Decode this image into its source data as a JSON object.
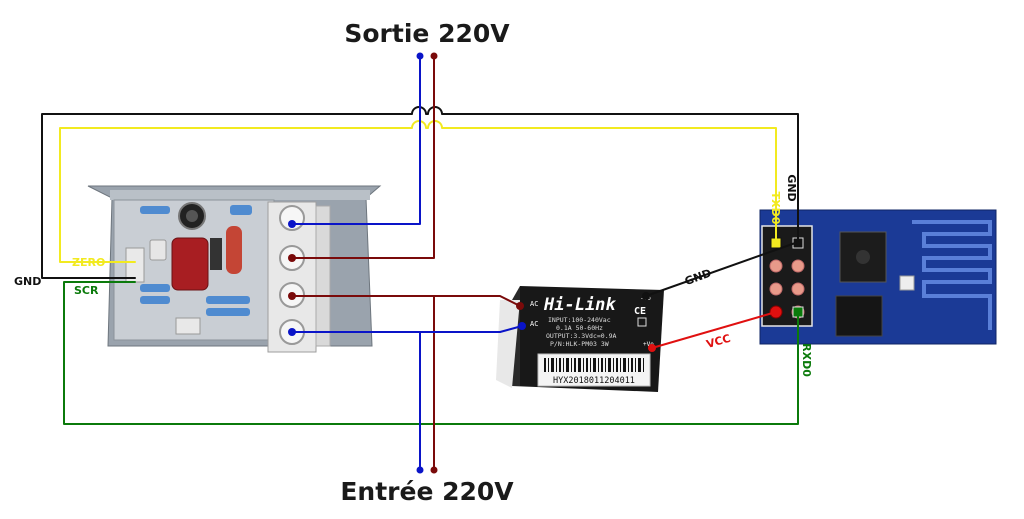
{
  "titles": {
    "output": "Sortie 220V",
    "input": "Entrée 220V"
  },
  "labels": {
    "gnd_left": "GND",
    "zero": "ZERO",
    "scr": "SCR",
    "gnd_mid": "GND",
    "vcc": "VCC",
    "txd0": "TXD0",
    "gnd_esp": "GND",
    "rxd0": "RXD0"
  },
  "hilink": {
    "logo": "Hi-Link",
    "line1": "INPUT:100-240Vac",
    "line2": "0.1A 50-60Hz",
    "line3": "OUTPUT:3.3Vdc=0.9A",
    "line4": "P/N:HLK-PM03 3W",
    "serial": "HYX2018011204011",
    "ac1": "AC",
    "ac2": "AC",
    "vo_minus": "-Vo",
    "vo_plus": "+Vo",
    "ce": "CE"
  },
  "colors": {
    "blue": "#0a14c8",
    "darkred": "#7a0a0a",
    "red": "#e01010",
    "black": "#111111",
    "yellow": "#f2ea20",
    "green": "#0b7a0b",
    "esp_board": "#1b3a96"
  }
}
